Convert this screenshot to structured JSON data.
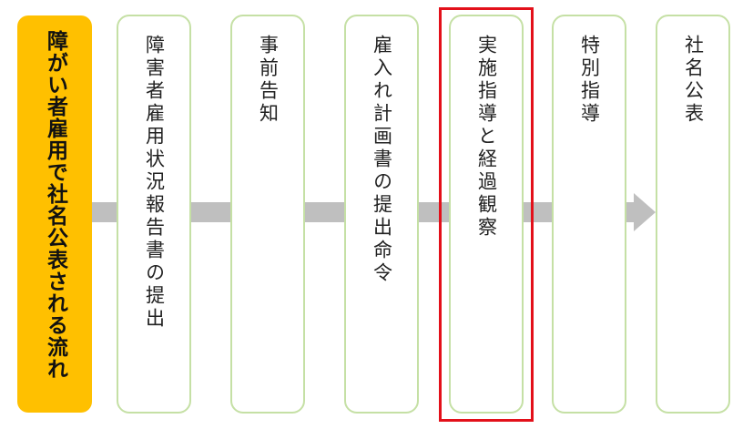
{
  "title": "障がい者雇用で社名公表される流れ",
  "steps": [
    {
      "label": "障害者雇用状況報告書の提出"
    },
    {
      "label": "事前告知"
    },
    {
      "label": "雇入れ計画書の提出命令"
    },
    {
      "label": "実施指導と経過観察"
    },
    {
      "label": "特別指導"
    },
    {
      "label": "社名公表"
    }
  ],
  "colors": {
    "title_bg": "#ffc000",
    "step_border": "#c5e0a5",
    "arrow": "#bfbfbf",
    "highlight": "#e3101a"
  },
  "highlighted_step_index": 3
}
